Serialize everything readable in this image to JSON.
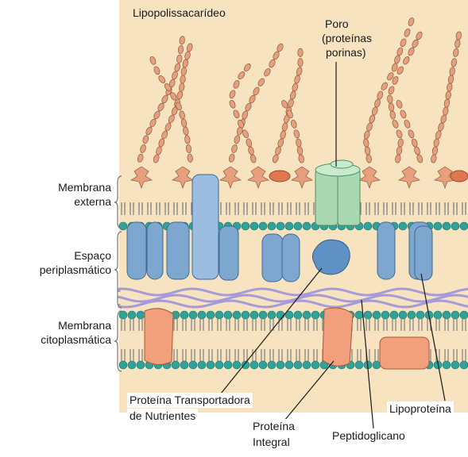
{
  "labels": {
    "lps": "Lipopolissacarídeo",
    "poro_1": "Poro",
    "poro_2": "(proteínas",
    "poro_3": "porinas)",
    "membrana_externa_1": "Membrana",
    "membrana_externa_2": "externa",
    "espaco_1": "Espaço",
    "espaco_2": "periplasmático",
    "membrana_cito_1": "Membrana",
    "membrana_cito_2": "citoplasmática",
    "transportadora_1": "Proteína Transportadora",
    "transportadora_2": "de Nutrientes",
    "integral_1": "Proteína",
    "integral_2": "Integral",
    "peptidoglicano": "Peptidoglicano",
    "lipoproteina": "Lipoproteína"
  },
  "colors": {
    "background": "#f7e3c0",
    "lipid_head": "#2fa39a",
    "lipid_tail": "#7f7f7f",
    "sugar_bead": "#e8a07c",
    "protein_blue": "#7ea7cf",
    "porin_green": "#a9d8b3",
    "integral_orange": "#f2a07c",
    "peptidoglycan": "#a79ad8"
  }
}
